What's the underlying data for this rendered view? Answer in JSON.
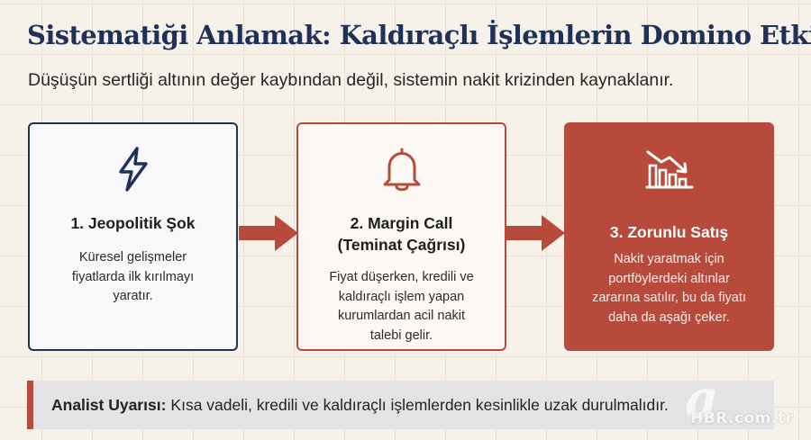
{
  "header": {
    "title": "Sistematiği Anlamak: Kaldıraçlı İşlemlerin Domino Etkisi",
    "subtitle": "Düşüşün sertliği altının değer kaybından değil, sistemin nakit krizinden kaynaklanır."
  },
  "steps": [
    {
      "icon": "lightning-icon",
      "title": "1. Jeopolitik Şok",
      "description": "Küresel gelişmeler\nfiyatlarda ilk kırılmayı\nyaratır.",
      "border_color": "#1e3158"
    },
    {
      "icon": "bell-icon",
      "title": "2. Margin Call\n(Teminat Çağrısı)",
      "description": "Fiyat düşerken, kredili ve\nkaldıraçlı işlem yapan\nkurumlardan acil nakit\ntalebi gelir.",
      "border_color": "#b84a3c"
    },
    {
      "icon": "declining-chart-icon",
      "title": "3. Zorunlu Satış",
      "description": "Nakit yaratmak için\nportföylerdeki altınlar\nzararına satılır, bu da fiyatı\ndaha da aşağı çeker.",
      "background_color": "#b84a3c"
    }
  ],
  "warning": {
    "label": "Analist Uyarısı:",
    "text": "Kısa vadeli, kredili ve kaldıraçlı işlemlerden kesinlikle uzak durulmalıdır."
  },
  "watermark": {
    "letter": "a",
    "text": "HBR.com.tr"
  },
  "colors": {
    "navy": "#1e3158",
    "red": "#b84a3c",
    "background": "#f6f2e9",
    "warning_background": "#e3e3e5"
  }
}
